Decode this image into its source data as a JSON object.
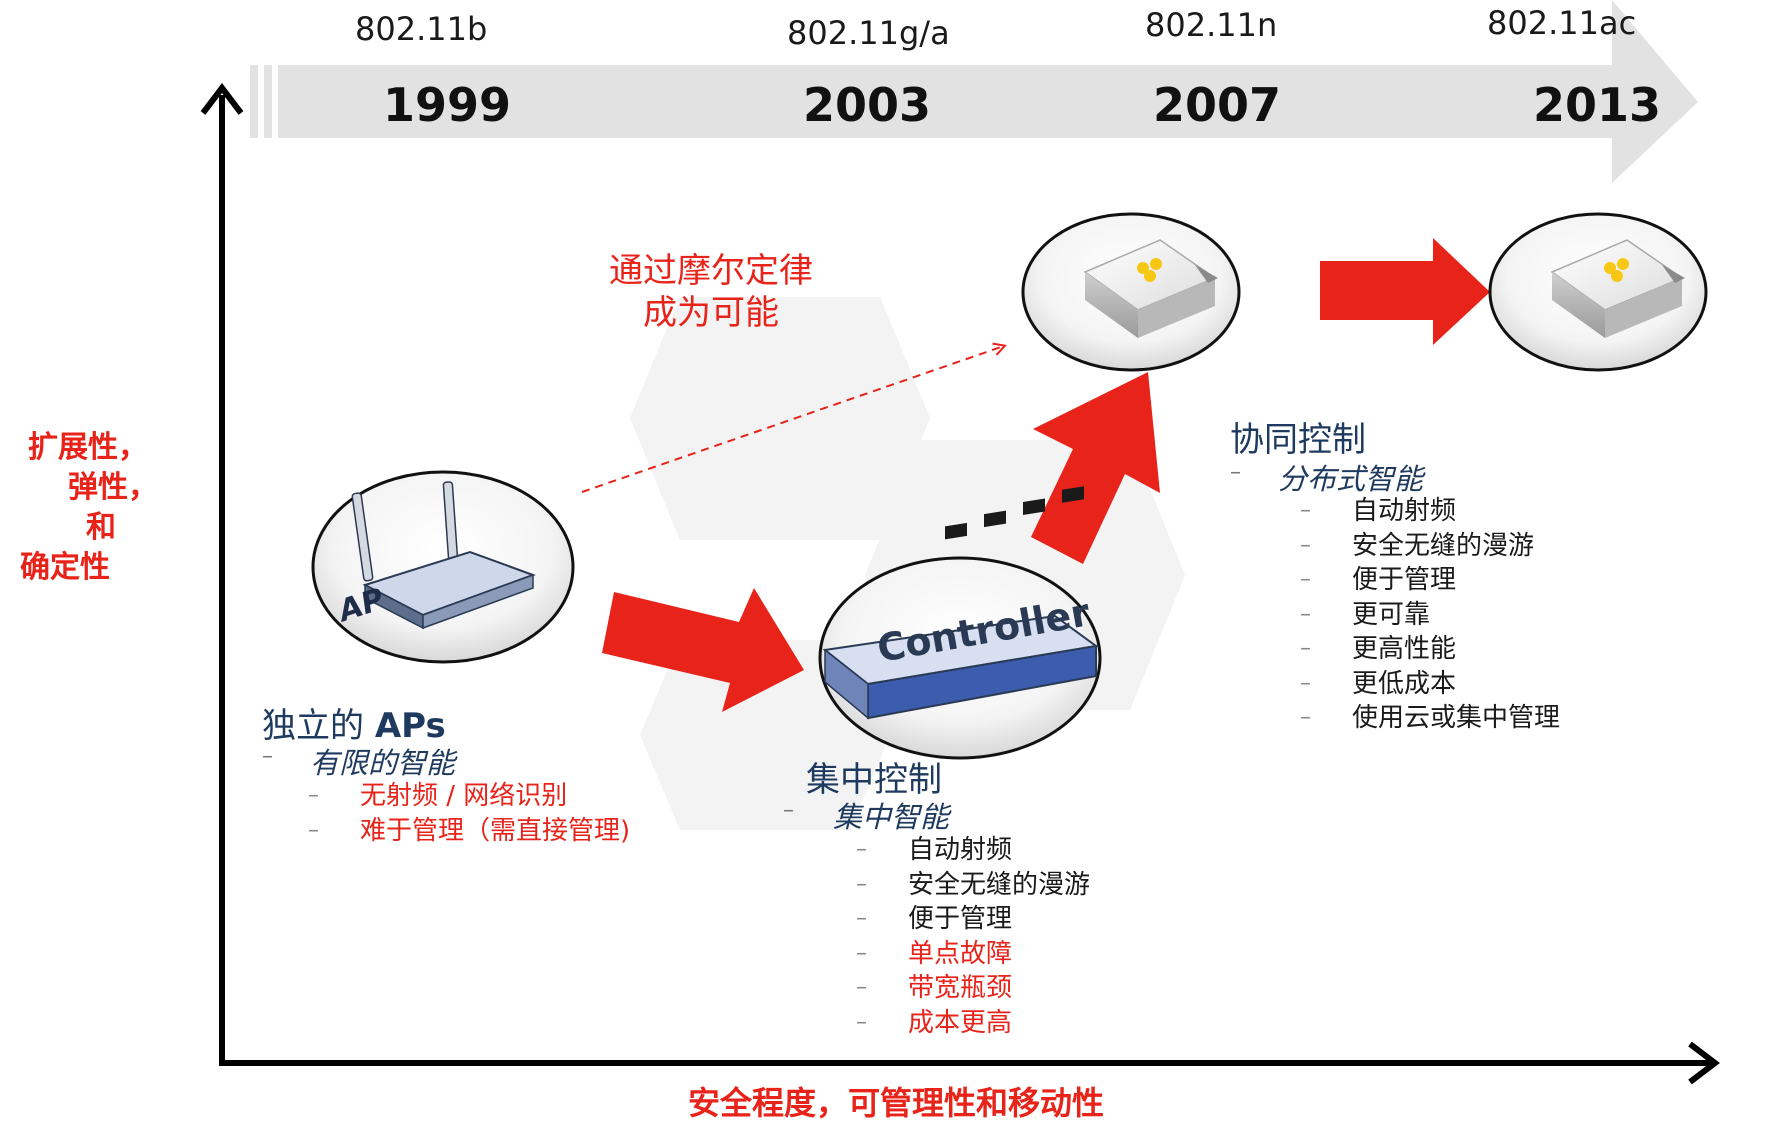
{
  "timeline": {
    "standards": [
      "802.11b",
      "802.11g/a",
      "802.11n",
      "802.11ac"
    ],
    "years": [
      "1999",
      "2003",
      "2007",
      "2013"
    ]
  },
  "axes": {
    "y_label_lines": [
      "扩展性，",
      "弹性，",
      "和",
      "确定性"
    ],
    "x_label": "安全程度，可管理性和移动性"
  },
  "moore": {
    "line1": "通过摩尔定律",
    "line2": "成为可能"
  },
  "icons": {
    "ap_label": "AP",
    "controller_label": "Controller"
  },
  "stage1": {
    "title_cn": "独立的 ",
    "title_en": "APs",
    "subtitle": "有限的智能",
    "items": [
      {
        "text": "无射频 / 网络识别",
        "color": "#e8231a"
      },
      {
        "text": "难于管理（需直接管理)",
        "color": "#e8231a"
      }
    ]
  },
  "stage2": {
    "title": "集中控制",
    "subtitle": "集中智能",
    "items": [
      {
        "text": "自动射频",
        "color": "#1a1a1a"
      },
      {
        "text": "安全无缝的漫游",
        "color": "#1a1a1a"
      },
      {
        "text": "便于管理",
        "color": "#1a1a1a"
      },
      {
        "text": "单点故障",
        "color": "#e8231a"
      },
      {
        "text": "带宽瓶颈",
        "color": "#e8231a"
      },
      {
        "text": "成本更高",
        "color": "#e8231a"
      }
    ]
  },
  "stage3": {
    "title": "协同控制",
    "subtitle": "分布式智能",
    "items": [
      {
        "text": "自动射频",
        "color": "#1a1a1a"
      },
      {
        "text": "安全无缝的漫游",
        "color": "#1a1a1a"
      },
      {
        "text": "便于管理",
        "color": "#1a1a1a"
      },
      {
        "text": "更可靠",
        "color": "#1a1a1a"
      },
      {
        "text": "更高性能",
        "color": "#1a1a1a"
      },
      {
        "text": "更低成本",
        "color": "#1a1a1a"
      },
      {
        "text": "使用云或集中管理",
        "color": "#1a1a1a"
      }
    ]
  },
  "dash_char": "–",
  "colors": {
    "red": "#e8231a",
    "navy": "#1f3a5f",
    "timeline_band": "#e2e2e2"
  }
}
